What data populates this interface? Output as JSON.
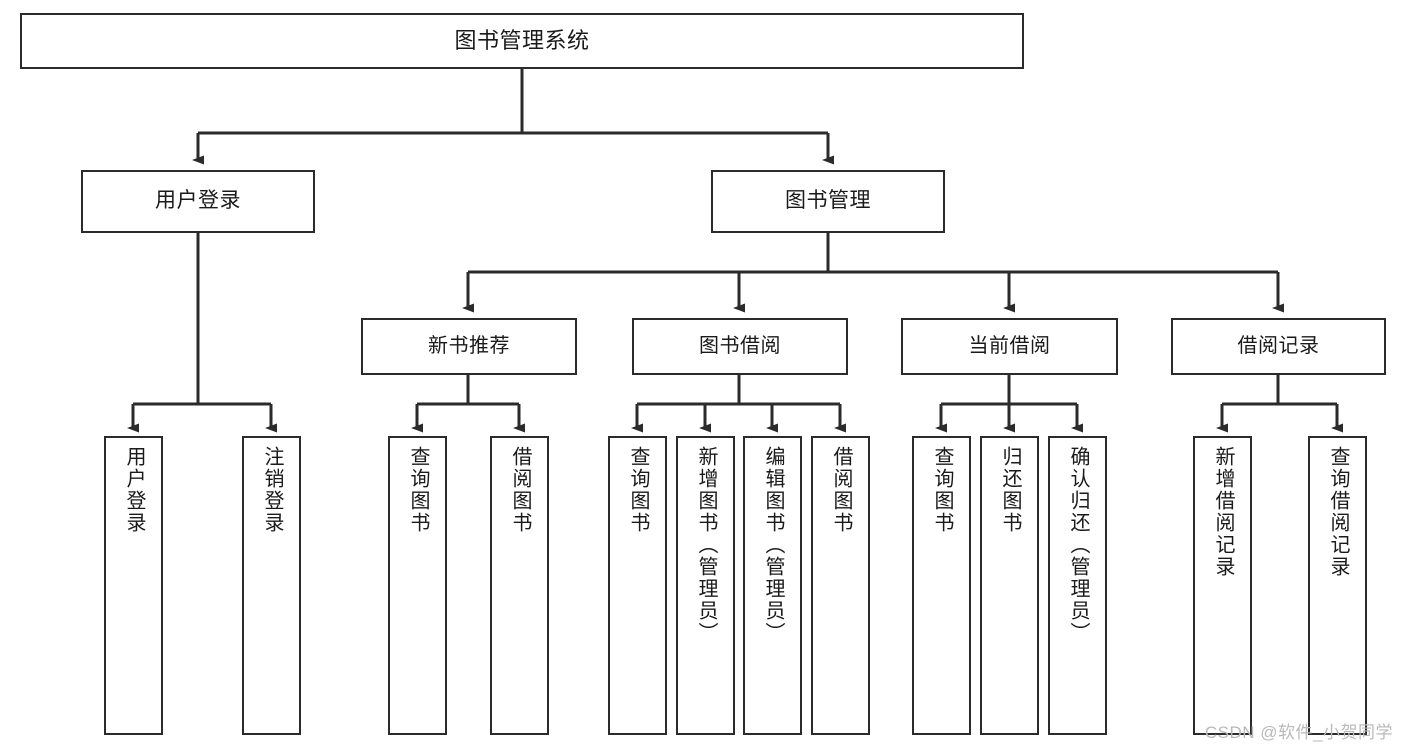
{
  "diagram": {
    "title": "图书管理系统",
    "watermark": "CSDN @软件_小贺同学",
    "stroke_color": "#2b2b2b",
    "fill_color": "#ffffff",
    "text_color": "#1a1a1a",
    "watermark_color": "#b9b9b9"
  },
  "nodes": {
    "root": {
      "label": "图书管理系统"
    },
    "level2": [
      {
        "label": "用户登录"
      },
      {
        "label": "图书管理"
      }
    ],
    "level3": [
      {
        "label": "新书推荐"
      },
      {
        "label": "图书借阅"
      },
      {
        "label": "当前借阅"
      },
      {
        "label": "借阅记录"
      }
    ],
    "leaves_user_login": [
      {
        "label": "用户登录"
      },
      {
        "label": "注销登录"
      }
    ],
    "leaves_new_book": [
      {
        "label": "查询图书"
      },
      {
        "label": "借阅图书"
      }
    ],
    "leaves_borrow": [
      {
        "label": "查询图书"
      },
      {
        "label": "新增图书（管理员）"
      },
      {
        "label": "编辑图书（管理员）"
      },
      {
        "label": "借阅图书"
      }
    ],
    "leaves_current": [
      {
        "label": "查询图书"
      },
      {
        "label": "归还图书"
      },
      {
        "label": "确认归还（管理员）"
      }
    ],
    "leaves_records": [
      {
        "label": "新增借阅记录"
      },
      {
        "label": "查询借阅记录"
      }
    ]
  }
}
